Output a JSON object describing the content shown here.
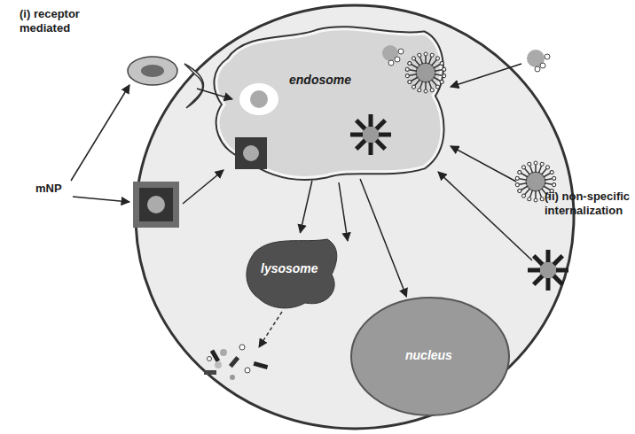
{
  "diagram": {
    "nodes": [
      {
        "text": [
          "endosome"
        ]
      },
      {
        "text": [
          "lysosome"
        ]
      },
      {
        "text": [
          "nucleus"
        ]
      }
    ],
    "edges": [
      {
        "from": 0,
        "to": 1,
        "arrow": "to"
      },
      {
        "from": 0,
        "to": 2,
        "arrow": "to"
      }
    ],
    "labels": [
      "(i) receptor mediated",
      "mNP",
      "(ii) non-specific internalization"
    ]
  }
}
